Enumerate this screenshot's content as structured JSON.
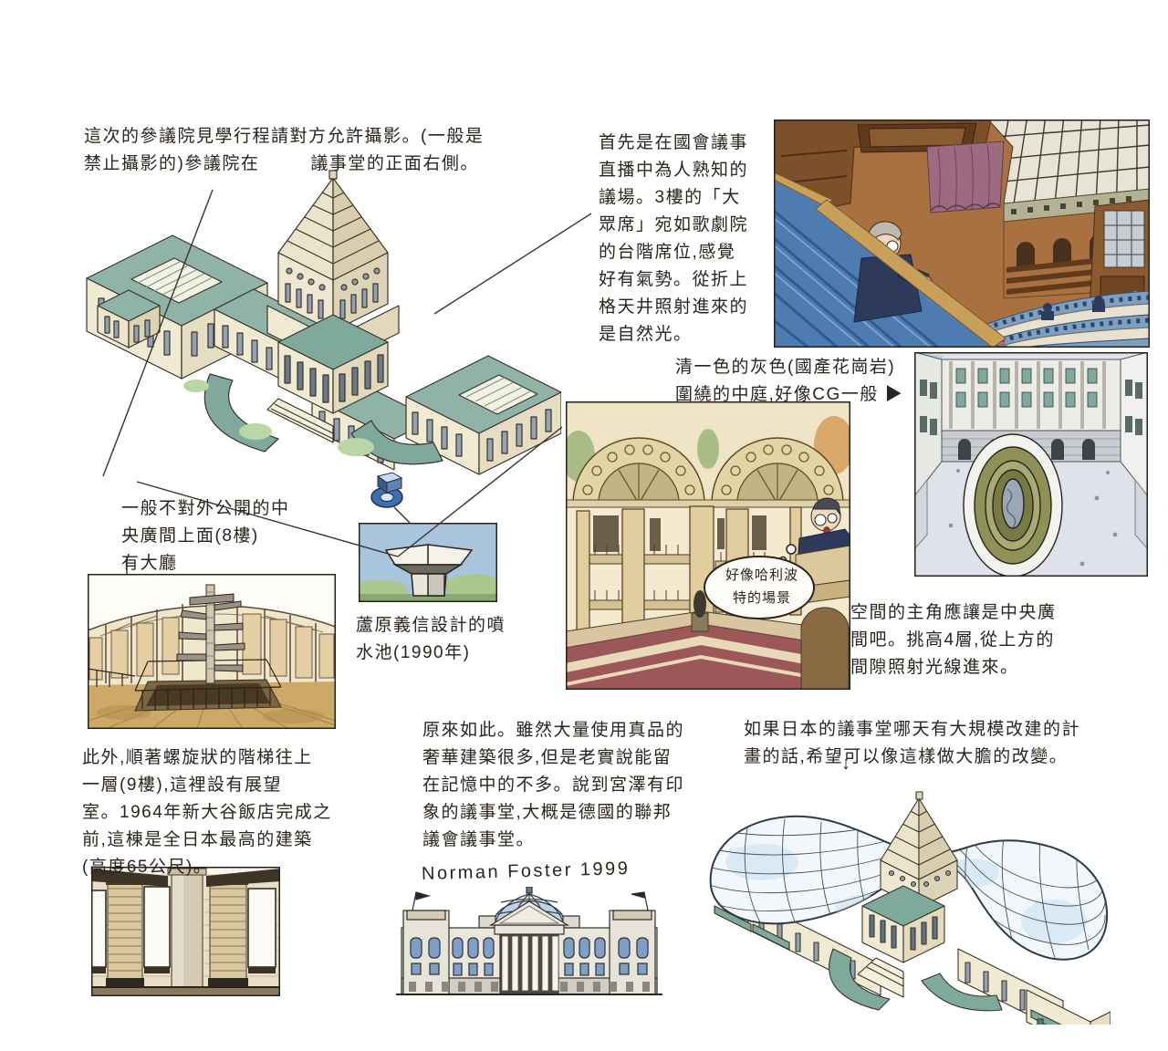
{
  "annotations": {
    "intro": {
      "l1": "這次的參議院見學行程請對方允許攝影。(一般是",
      "l2a": "禁止攝影的)參議院在",
      "l2b": "議事堂的正面右側。"
    },
    "chamber": [
      "首先是在國會議事",
      "直播中為人熟知的",
      "議場。3樓的「大",
      "眾席」宛如歌劇院",
      "的台階席位,感覺",
      "好有氣勢。從折上",
      "格天井照射進來的",
      "是自然光。"
    ],
    "courtyard": {
      "l1": "清一色的灰色(國產花崗岩)",
      "l2": "圍繞的中庭,好像CG一般",
      "pointer": "▶"
    },
    "hall8f": [
      "一般不對外公開的中",
      "央廣間上面(8樓)",
      "有大廳"
    ],
    "fountain": [
      "蘆原義信設計的噴",
      "水池(1990年)"
    ],
    "bubble": [
      "好像哈利波",
      "特的場景"
    ],
    "atrium": [
      "空間的主角應讓是中央廣",
      "間吧。挑高4層,從上方的",
      "間隙照射光線進來。"
    ],
    "observation": [
      "此外,順著螺旋狀的階梯往上",
      "一層(9樓),這裡設有展望",
      "室。1964年新大谷飯店完成之",
      "前,這棟是全日本最高的建築",
      "(高度65公尺)。"
    ],
    "reichstag": [
      "原來如此。雖然大量使用真品的",
      "奢華建築很多,但是老實說能留",
      "在記憶中的不多。說到宮澤有印",
      "象的議事堂,大概是德國的聯邦",
      "議會議事堂。"
    ],
    "architect_sig": "Norman Foster 1999",
    "renovation": [
      "如果日本的議事堂哪天有大規模改建的計",
      "畫的話,希望可以像這樣做大膽的改變。"
    ],
    "arrow_down": "↓"
  },
  "colors": {
    "paper": "#ffffff",
    "ink": "#2a251d",
    "roof_teal": "#8fb3a7",
    "entrance_teal": "#7fa99b",
    "wall_cream": "#f1ead2",
    "window_bluegray": "#93a2b2",
    "seat_blue": "#4f7cb0",
    "wood_brown": "#a9713f",
    "curtain_mauve": "#9c6b80",
    "courtyard_gray": "#dde3e9",
    "pond_olive": "#8f9156",
    "floor_maroon": "#9c5858",
    "dome_glass": "#bcd2e8",
    "marker_blue": "#3f6fb0"
  }
}
